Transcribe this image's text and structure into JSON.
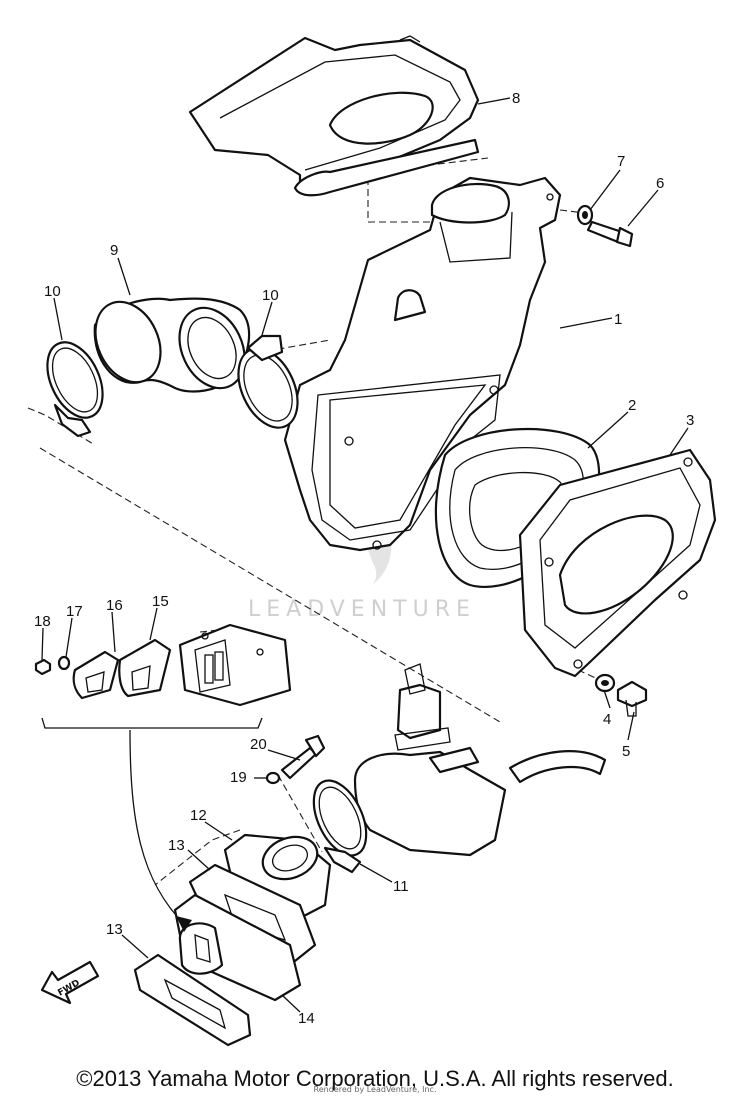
{
  "callouts": [
    "1",
    "2",
    "3",
    "4",
    "5",
    "6",
    "7",
    "8",
    "9",
    "10",
    "10",
    "11",
    "12",
    "13",
    "13",
    "14",
    "15",
    "16",
    "17",
    "18",
    "19",
    "20"
  ],
  "watermark": "LEADVENTURE",
  "fwd_label": "FWD",
  "copyright": "©2013 Yamaha Motor Corporation, U.S.A. All rights reserved.",
  "credit": "Rendered by LeadVenture, Inc.",
  "colors": {
    "line": "#111111",
    "background": "#ffffff",
    "watermark": "#cfcfcf"
  }
}
